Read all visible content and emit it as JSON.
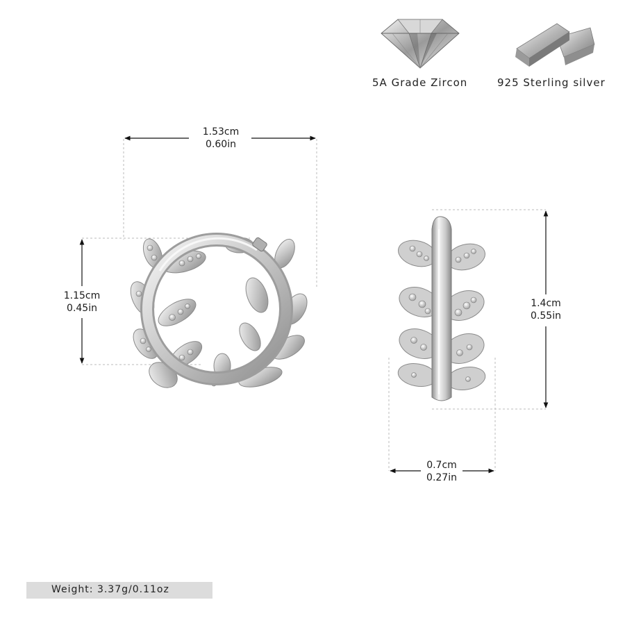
{
  "badges": [
    {
      "label": "5A Grade Zircon",
      "icon": "diamond-icon"
    },
    {
      "label": "925 Sterling silver",
      "icon": "silver-bar-icon"
    }
  ],
  "front_view": {
    "width": {
      "cm": "1.53cm",
      "in": "0.60in"
    },
    "height": {
      "cm": "1.15cm",
      "in": "0.45in"
    }
  },
  "side_view": {
    "height": {
      "cm": "1.4cm",
      "in": "0.55in"
    },
    "width": {
      "cm": "0.7cm",
      "in": "0.27in"
    }
  },
  "weight": "Weight: 3.37g/0.11oz",
  "colors": {
    "metal": "#c9c9c9",
    "metal_dark": "#8a8a8a",
    "guide": "#bbbbbb",
    "weight_bg": "#dcdcdc"
  }
}
